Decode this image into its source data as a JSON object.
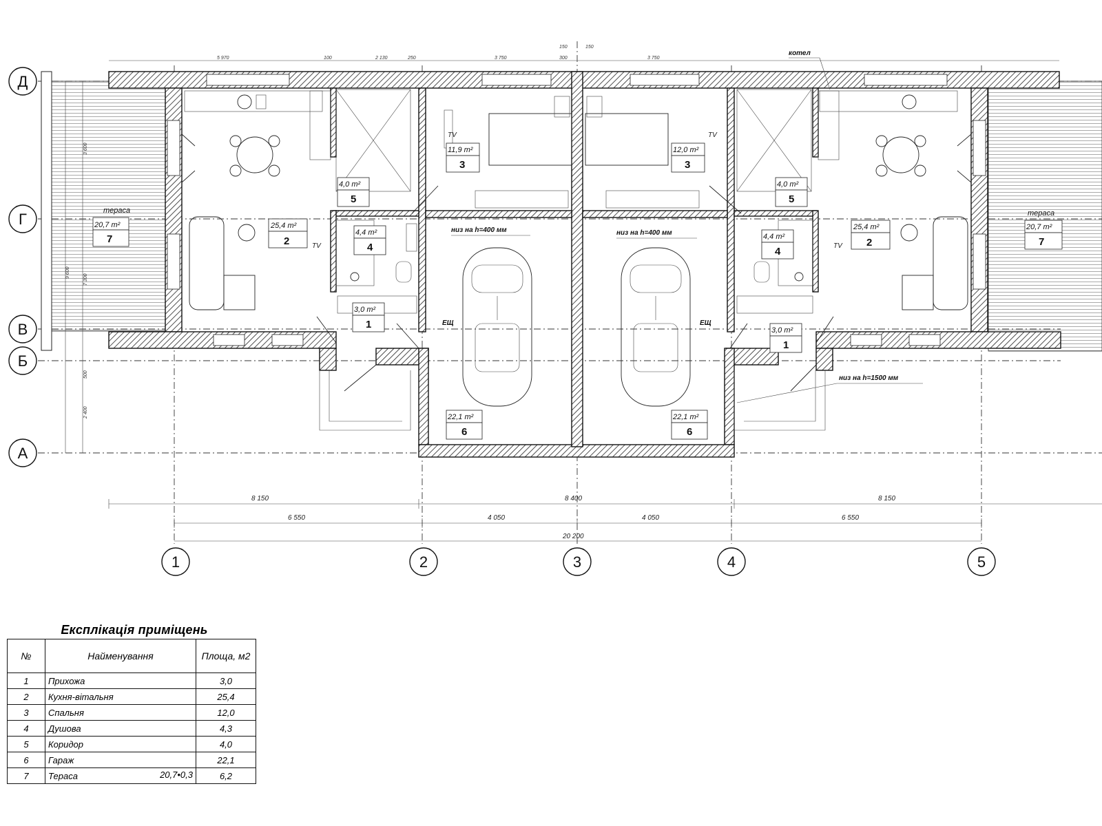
{
  "plan": {
    "axes_letters": [
      "Д",
      "Г",
      "В",
      "Б",
      "А"
    ],
    "axes_numbers": [
      "1",
      "2",
      "3",
      "4",
      "5"
    ],
    "dims_top": [
      "5 970",
      "100",
      "2 130",
      "250",
      "3 750",
      "150",
      "150",
      "300",
      "3 750",
      "котел"
    ],
    "dims_bottom_row1": [
      "8 150",
      "8 400",
      "8 150"
    ],
    "dims_bottom_row2": [
      "6 550",
      "4 050",
      "4 050",
      "6 550"
    ],
    "dims_bottom_total": "20 200",
    "dims_left": [
      "3 600",
      "9 600",
      "7 300",
      "2 400",
      "500"
    ],
    "rooms_left": {
      "terrace_label": "тераса",
      "terrace_area": "20,7 m²",
      "terrace_num": "7",
      "living_area": "25,4 m²",
      "living_num": "2",
      "bedroom_area": "11,9 m²",
      "bedroom_num": "3",
      "corridor_area": "4,0 m²",
      "corridor_num": "5",
      "shower_area": "4,4 m²",
      "shower_num": "4",
      "hall_area": "3,0 m²",
      "hall_num": "1",
      "garage_area": "22,1 m²",
      "garage_num": "6"
    },
    "rooms_right": {
      "terrace_label": "тераса",
      "terrace_area": "20,7 m²",
      "terrace_num": "7",
      "living_area": "25,4 m²",
      "living_num": "2",
      "bedroom_area": "12,0 m²",
      "bedroom_num": "3",
      "corridor_area": "4,0 m²",
      "corridor_num": "5",
      "shower_area": "4,4 m²",
      "shower_num": "4",
      "hall_area": "3,0 m²",
      "hall_num": "1",
      "garage_area": "22,1 m²",
      "garage_num": "6"
    },
    "notes": {
      "niz400_left": "низ на h=400 мм",
      "niz400_right": "низ на h=400 мм",
      "niz1500": "низ на h=1500 мм",
      "esh_left": "ЕЩ",
      "esh_right": "ЕЩ",
      "tv": "TV",
      "boiler": "котел"
    }
  },
  "schedule": {
    "title": "Експлікація приміщень",
    "headers": [
      "№",
      "Найменування",
      "Площа, м2"
    ],
    "rows": [
      {
        "num": "1",
        "name": "Прихожа",
        "extra": "",
        "area": "3,0"
      },
      {
        "num": "2",
        "name": "Кухня-вітальня",
        "extra": "",
        "area": "25,4"
      },
      {
        "num": "3",
        "name": "Спальня",
        "extra": "",
        "area": "12,0"
      },
      {
        "num": "4",
        "name": "Душова",
        "extra": "",
        "area": "4,3"
      },
      {
        "num": "5",
        "name": "Коридор",
        "extra": "",
        "area": "4,0"
      },
      {
        "num": "6",
        "name": "Гараж",
        "extra": "",
        "area": "22,1"
      },
      {
        "num": "7",
        "name": "Тераса",
        "extra": "20,7•0,3",
        "area": "6,2"
      }
    ]
  }
}
